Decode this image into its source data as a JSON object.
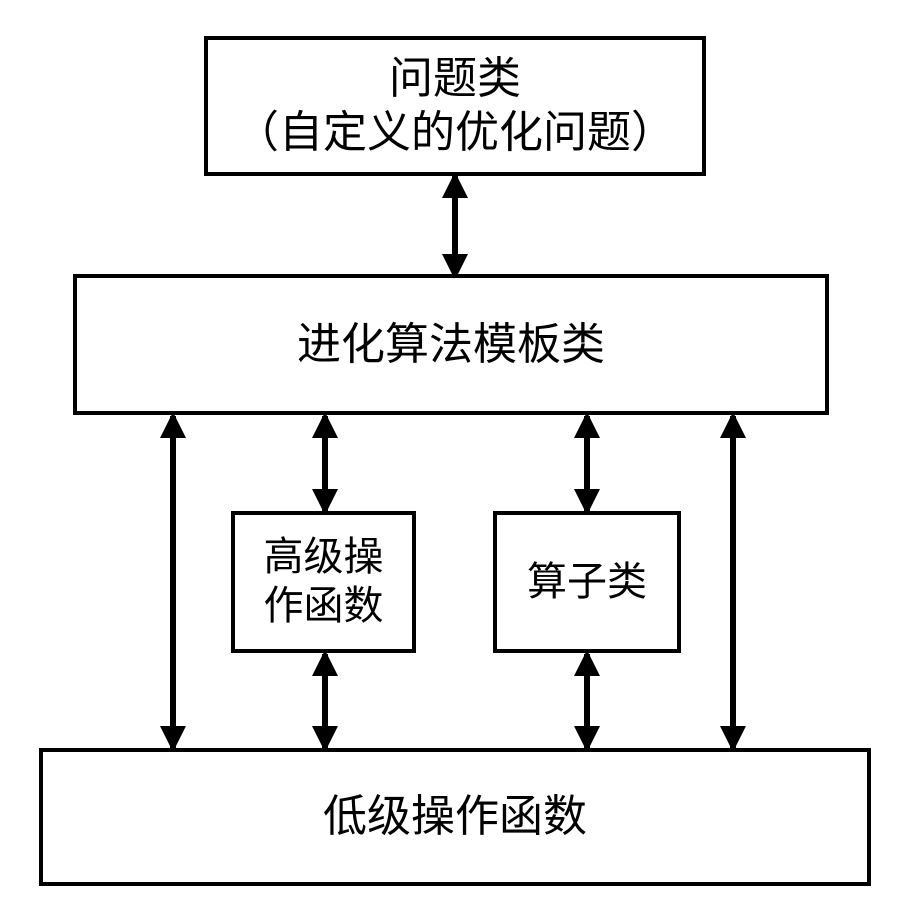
{
  "diagram": {
    "title_text": "",
    "background_color": "#ffffff",
    "stroke_color": "#000000",
    "nodes": [
      {
        "id": "problem",
        "label": "问题类\n（自定义的优化问题）",
        "line1": "问题类",
        "line2": "（自定义的优化问题）"
      },
      {
        "id": "template",
        "label": "进化算法模板类"
      },
      {
        "id": "highops",
        "label": "高级操\n作函数",
        "line1": "高级操",
        "line2": "作函数"
      },
      {
        "id": "operator",
        "label": "算子类"
      },
      {
        "id": "lowops",
        "label": "低级操作函数"
      }
    ],
    "connectors": [
      {
        "id": "problem-template",
        "from": "problem",
        "to": "template",
        "style": "double-arrow"
      },
      {
        "id": "template-lowops-left",
        "from": "template",
        "to": "lowops",
        "style": "double-arrow"
      },
      {
        "id": "template-highops",
        "from": "template",
        "to": "highops",
        "style": "double-arrow"
      },
      {
        "id": "highops-lowops",
        "from": "highops",
        "to": "lowops",
        "style": "double-arrow"
      },
      {
        "id": "template-operator",
        "from": "template",
        "to": "operator",
        "style": "double-arrow"
      },
      {
        "id": "operator-lowops",
        "from": "operator",
        "to": "lowops",
        "style": "double-arrow"
      },
      {
        "id": "template-lowops-right",
        "from": "template",
        "to": "lowops",
        "style": "double-arrow"
      }
    ]
  }
}
